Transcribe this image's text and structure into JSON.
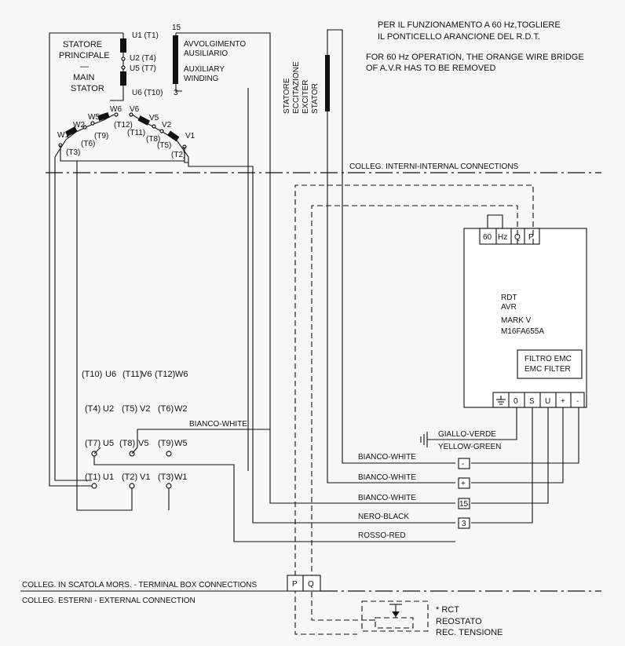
{
  "note": {
    "it_line1": "PER IL FUNZIONAMENTO A 60 Hz,TOGLIERE",
    "it_line2": "IL PONTICELLO ARANCIONE DEL R.D.T.",
    "en_line1": "FOR 60 Hz OPERATION, THE ORANGE WIRE BRIDGE",
    "en_line2": "OF A.V.R HAS TO BE REMOVED"
  },
  "main_stator": {
    "line1": "STATORE",
    "line2": "PRINCIPALE",
    "dash": "—",
    "line3": "MAIN",
    "line4": "STATOR",
    "u1": "U1 (T1)",
    "u2": "U2 (T4)",
    "u5": "U5 (T7)",
    "u6": "U6 (T10)",
    "w6": "W6",
    "v6": "V6",
    "w5": "W5",
    "v5": "V5",
    "w2": "W2",
    "v2": "V2",
    "w1": "W1",
    "v1": "V1",
    "t12": "(T12)",
    "t11": "(T11)",
    "t9": "(T9)",
    "t8": "(T8)",
    "t6": "(T6)",
    "t5": "(T5)",
    "t3": "(T3)",
    "t2": "(T2)"
  },
  "aux": {
    "n15": "15",
    "n3": "3",
    "it1": "AVVOLGIMENTO",
    "it2": "AUSILIARIO",
    "en1": "AUXILIARY",
    "en2": "WINDING"
  },
  "exciter": {
    "l1": "STATORE",
    "l2": "ECCITAZIONE",
    "l3": "EXCITER",
    "l4": "STATOR"
  },
  "internal_connections": "COLLEG. INTERNI-INTERNAL CONNECTIONS",
  "avr": {
    "terminals_top": [
      "60",
      "Hz",
      "Q",
      "P"
    ],
    "l1": "RDT",
    "l2": "AVR",
    "l3": "MARK V",
    "l4": "M16FA655A",
    "emc1": "FILTRO EMC",
    "emc2": "EMC FILTER",
    "terminals_bottom": [
      "0",
      "S",
      "U",
      "+",
      "-"
    ]
  },
  "terminal_block": {
    "row1": [
      "(T10)",
      "U6",
      "(T11)",
      "V6",
      "(T12)",
      "W6"
    ],
    "row2": [
      "(T4)",
      "U2",
      "(T5)",
      "V2",
      "(T6)",
      "W2"
    ],
    "row3": [
      "(T7)",
      "U5",
      "(T8)",
      "V5",
      "(T9)",
      "W5"
    ],
    "row4": [
      "(T1)",
      "U1",
      "(T2)",
      "V1",
      "(T3)",
      "W1"
    ]
  },
  "wires": {
    "bianco_white_top": "BIANCO-WHITE",
    "giallo_verde": "GIALLO-VERDE",
    "yellow_green": "YELLOW-GREEN",
    "bianco_white_1": "BIANCO-WHITE",
    "bianco_white_2": "BIANCO-WHITE",
    "bianco_white_3": "BIANCO-WHITE",
    "nero_black": "NERO-BLACK",
    "rosso_red": "ROSSO-RED",
    "tag_minus": "-",
    "tag_plus": "+",
    "tag_15": "15",
    "tag_3": "3"
  },
  "bottom": {
    "terminal_box": "COLLEG. IN SCATOLA MORS. - TERMINAL BOX CONNECTIONS",
    "external": "COLLEG. ESTERNI - EXTERNAL CONNECTION",
    "p": "P",
    "q": "Q",
    "rct": "* RCT",
    "reostato": "REOSTATO",
    "rec": "REC. TENSIONE"
  }
}
